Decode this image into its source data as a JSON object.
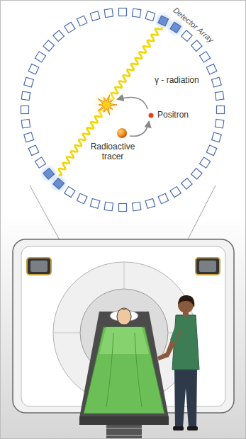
{
  "diagram": {
    "labels": [
      "Detector Array",
      "γ - radiation",
      "Positron",
      "Radioactive tracer"
    ]
  }
}
